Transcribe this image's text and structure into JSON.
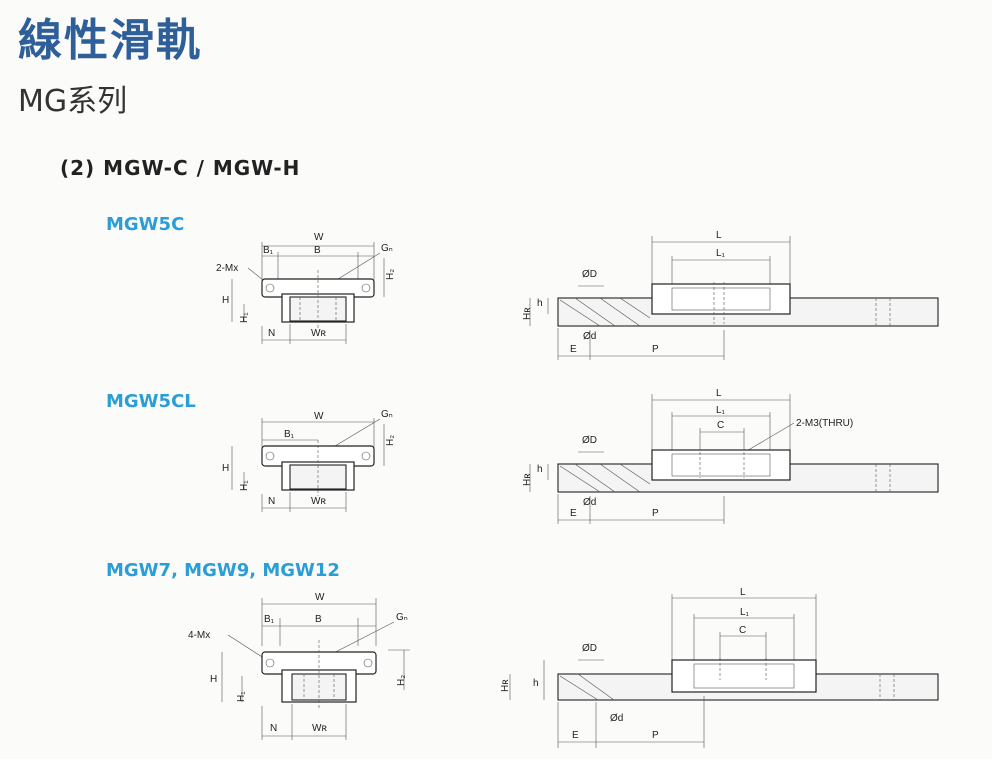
{
  "header": {
    "title": "線性滑軌",
    "series": "MG系列"
  },
  "section": {
    "title": "(2) MGW-C / MGW-H"
  },
  "models": [
    {
      "name": "MGW5C",
      "front_labels": {
        "w": "W",
        "b1": "B₁",
        "b": "B",
        "gn": "Gₙ",
        "mx": "2-Mx",
        "h2": "H₂",
        "h": "H",
        "h1": "H₁",
        "n": "N",
        "wr": "Wʀ"
      },
      "side_labels": {
        "l": "L",
        "l1": "L₁",
        "od": "ØD",
        "hr": "Hʀ",
        "hh": "h",
        "smalld": "Ød",
        "e": "E",
        "p": "P"
      }
    },
    {
      "name": "MGW5CL",
      "front_labels": {
        "w": "W",
        "b1": "B₁",
        "gn": "Gₙ",
        "h2": "H₂",
        "h": "H",
        "h1": "H₁",
        "n": "N",
        "wr": "Wʀ"
      },
      "side_labels": {
        "l": "L",
        "l1": "L₁",
        "c": "C",
        "m3": "2-M3(THRU)",
        "od": "ØD",
        "hr": "Hʀ",
        "hh": "h",
        "smalld": "Ød",
        "e": "E",
        "p": "P"
      }
    },
    {
      "name": "MGW7, MGW9, MGW12",
      "front_labels": {
        "w": "W",
        "b1": "B₁",
        "b": "B",
        "gn": "Gₙ",
        "mx": "4-Mx",
        "h2": "H₂",
        "h": "H",
        "h1": "H₁",
        "n": "N",
        "wr": "Wʀ"
      },
      "side_labels": {
        "l": "L",
        "l1": "L₁",
        "c": "C",
        "od": "ØD",
        "hr": "Hʀ",
        "hh": "h",
        "smalld": "Ød",
        "e": "E",
        "p": "P"
      }
    }
  ]
}
